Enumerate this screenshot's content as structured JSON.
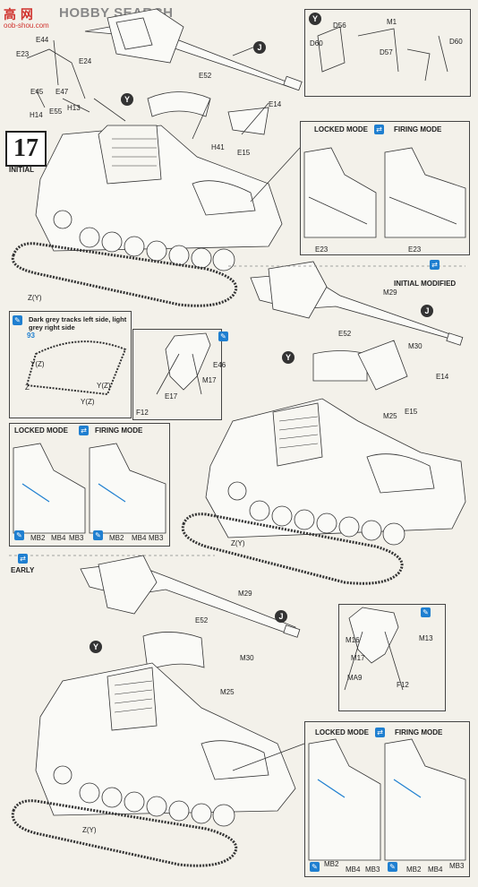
{
  "watermark": {
    "glyphs": "高 网",
    "site": "HOBBY SEARCH",
    "url": "oob-shou.com"
  },
  "step": {
    "number": "17"
  },
  "sections": {
    "initial": "INITIAL",
    "initial_modified": "INITIAL MODIFIED",
    "early": "EARLY"
  },
  "modes": {
    "locked": "LOCKED MODE",
    "firing": "FIRING MODE"
  },
  "callouts": {
    "J": "J",
    "Y": "Y",
    "q93": "93"
  },
  "tracks_note": "Dark grey tracks left side, light grey right side",
  "parts": {
    "e44": "E44",
    "e23": "E23",
    "e24": "E24",
    "e45": "E45",
    "e47": "E47",
    "h14": "H14",
    "e55": "E55",
    "h13": "H13",
    "e52": "E52",
    "e14": "E14",
    "h41": "H41",
    "e15": "E15",
    "zy": "Z(Y)",
    "d56": "D56",
    "m1": "M1",
    "d60": "D60",
    "d57": "D57",
    "m29": "M29",
    "m30": "M30",
    "e46": "E46",
    "m17": "M17",
    "e17": "E17",
    "f12": "F12",
    "m25": "M25",
    "yz": "Y(Z)",
    "z": "Z",
    "mb2": "MB2",
    "mb4": "MB4",
    "mb3": "MB3",
    "m16": "M16",
    "m13": "M13",
    "ma9": "MA9"
  },
  "colors": {
    "accent": "#1f7fd0",
    "line": "#333333",
    "paper": "#f3f1ea"
  }
}
